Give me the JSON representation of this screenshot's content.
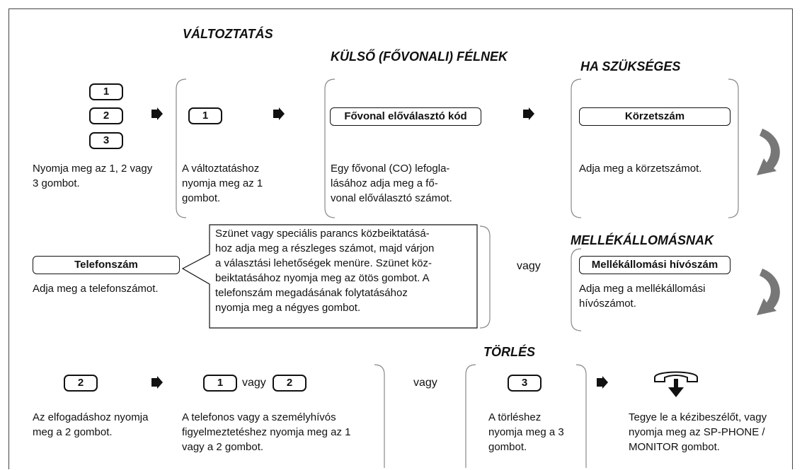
{
  "headings": {
    "change": "VÁLTOZTATÁS",
    "external": "KÜLSŐ (FŐVONALI) FÉLNEK",
    "if_needed": "HA SZÜKSÉGES",
    "extension": "MELLÉKÁLLOMÁSNAK",
    "delete": "TÖRLÉS"
  },
  "keys": {
    "one": "1",
    "two": "2",
    "three": "3"
  },
  "labels": {
    "trunk_code": "Fővonal előválasztó kód",
    "area_code": "Körzetszám",
    "phone_number": "Telefonszám",
    "extension_number": "Mellékállomási hívószám"
  },
  "row1": {
    "press_123": [
      "Nyomja meg az 1, 2 vagy",
      "3 gombot."
    ],
    "change_desc": [
      "A változtatáshoz",
      "nyomja meg az 1",
      "gombot."
    ],
    "trunk_desc": [
      "Egy fővonal (CO) lefogla-",
      "lásához adja meg a fő-",
      "vonal előválasztó számot."
    ],
    "area_desc": "Adja meg a körzetszámot."
  },
  "row2": {
    "phone_desc": "Adja meg a telefonszámot.",
    "callout": [
      "Szünet vagy speciális parancs közbeiktatásá-",
      "hoz adja meg a részleges számot, majd várjon",
      "a választási lehetőségek menüre. Szünet köz-",
      "beiktatásához nyomja meg az ötös gombot. A",
      "telefonszám megadásának folytatásához",
      "nyomja meg a négyes gombot."
    ],
    "or": "vagy",
    "extension_desc": [
      "Adja meg a mellékállomási",
      "hívószámot."
    ]
  },
  "row3": {
    "accept_desc": [
      "Az elfogadáshoz nyomja",
      "meg a 2 gombot."
    ],
    "or_inline": "vagy",
    "alert_desc": [
      "A telefonos vagy a személyhívós",
      "figyelmeztetéshez nyomja meg az 1",
      "vagy a 2 gombot."
    ],
    "or": "vagy",
    "delete_desc": [
      "A törléshez",
      "nyomja meg a 3",
      "gombot."
    ],
    "hangup_desc": [
      "Tegye le a kézibeszélőt, vagy",
      "nyomja meg az SP-PHONE /",
      "MONITOR gombot."
    ]
  }
}
